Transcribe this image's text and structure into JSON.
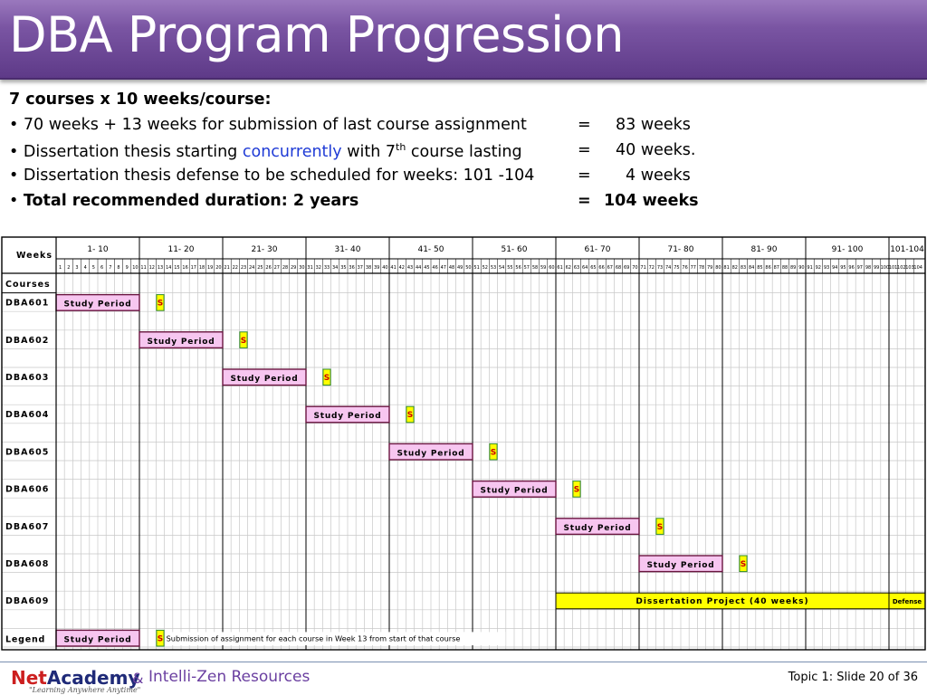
{
  "title": "DBA Program Progression",
  "intro": {
    "heading": "7 courses x 10 weeks/course:",
    "rows": [
      {
        "text": "70 weeks + 13 weeks for submission of last course assignment",
        "eq": "=",
        "value": "83 weeks"
      },
      {
        "text_before": "Dissertation thesis starting ",
        "link": "concurrently",
        "text_after": " with 7",
        "sup": "th",
        "text_end": " course lasting",
        "eq": "=",
        "value": "40 weeks."
      },
      {
        "text": "Dissertation thesis defense to be scheduled for weeks: 101 -104",
        "eq": "=",
        "value": "4 weeks"
      },
      {
        "text": "Total recommended duration: 2 years",
        "eq": "=",
        "value": "104  weeks"
      }
    ]
  },
  "schedule": {
    "weeks_label": "Weeks",
    "courses_label": "Courses",
    "week_groups": [
      "1- 10",
      "11- 20",
      "21- 30",
      "31- 40",
      "41- 50",
      "51- 60",
      "61- 70",
      "71- 80",
      "81- 90",
      "91- 100",
      "101-104"
    ],
    "week_count": 104,
    "study_label": "Study Period",
    "submission_marker": "S",
    "courses": [
      {
        "name": "DBA601",
        "study_start": 1,
        "study_end": 10,
        "submission_week": 13
      },
      {
        "name": "DBA602",
        "study_start": 11,
        "study_end": 20,
        "submission_week": 23
      },
      {
        "name": "DBA603",
        "study_start": 21,
        "study_end": 30,
        "submission_week": 33
      },
      {
        "name": "DBA604",
        "study_start": 31,
        "study_end": 40,
        "submission_week": 43
      },
      {
        "name": "DBA605",
        "study_start": 41,
        "study_end": 50,
        "submission_week": 53
      },
      {
        "name": "DBA606",
        "study_start": 51,
        "study_end": 60,
        "submission_week": 63
      },
      {
        "name": "DBA607",
        "study_start": 61,
        "study_end": 70,
        "submission_week": 73
      },
      {
        "name": "DBA608",
        "study_start": 71,
        "study_end": 80,
        "submission_week": 83
      }
    ],
    "dissertation": {
      "name": "DBA609",
      "label": "Dissertation Project (40 weeks)",
      "start": 61,
      "end": 100,
      "defense_label": "Defense",
      "defense_start": 101,
      "defense_end": 104
    },
    "legend": {
      "label": "Legend",
      "study": "Study Period",
      "marker": "S",
      "submission_text": "Submission of assignment for each course in Week 13 from start of that course"
    },
    "colors": {
      "study_fill": "#f7c6f0",
      "study_border": "#6a1540",
      "yellow": "#ffff00",
      "marker_text": "#cc0000",
      "marker_border": "#2e8b2e"
    }
  },
  "footer": {
    "logo_net": "Net",
    "logo_academy": "Academy",
    "logo_tagline": "\"Learning Anywhere Anytime\"",
    "amp": "&",
    "partner": "Intelli-Zen Resources",
    "slide_info": "Topic 1:  Slide 20 of 36"
  }
}
